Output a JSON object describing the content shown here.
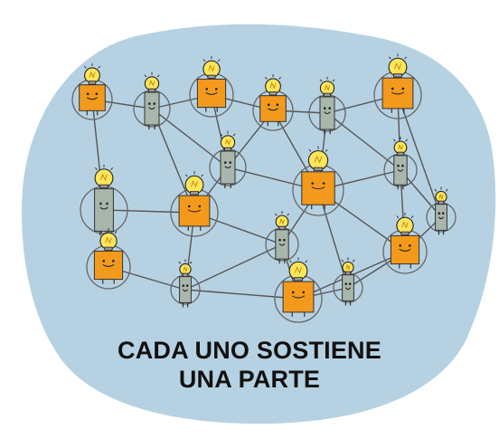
{
  "colors": {
    "blob": "#b6d2e2",
    "orange_person": "#f39a1c",
    "gray_person": "#a8b6ab",
    "bulb": "#ffe55a",
    "line": "#555555",
    "caption": "#111111"
  },
  "icons": [
    "network-diagram",
    "lightbulb-icon",
    "orange-person-icon",
    "gray-person-icon"
  ],
  "caption": {
    "line1": "CADA UNO SOSTIENE",
    "line2": "UNA PARTE"
  }
}
